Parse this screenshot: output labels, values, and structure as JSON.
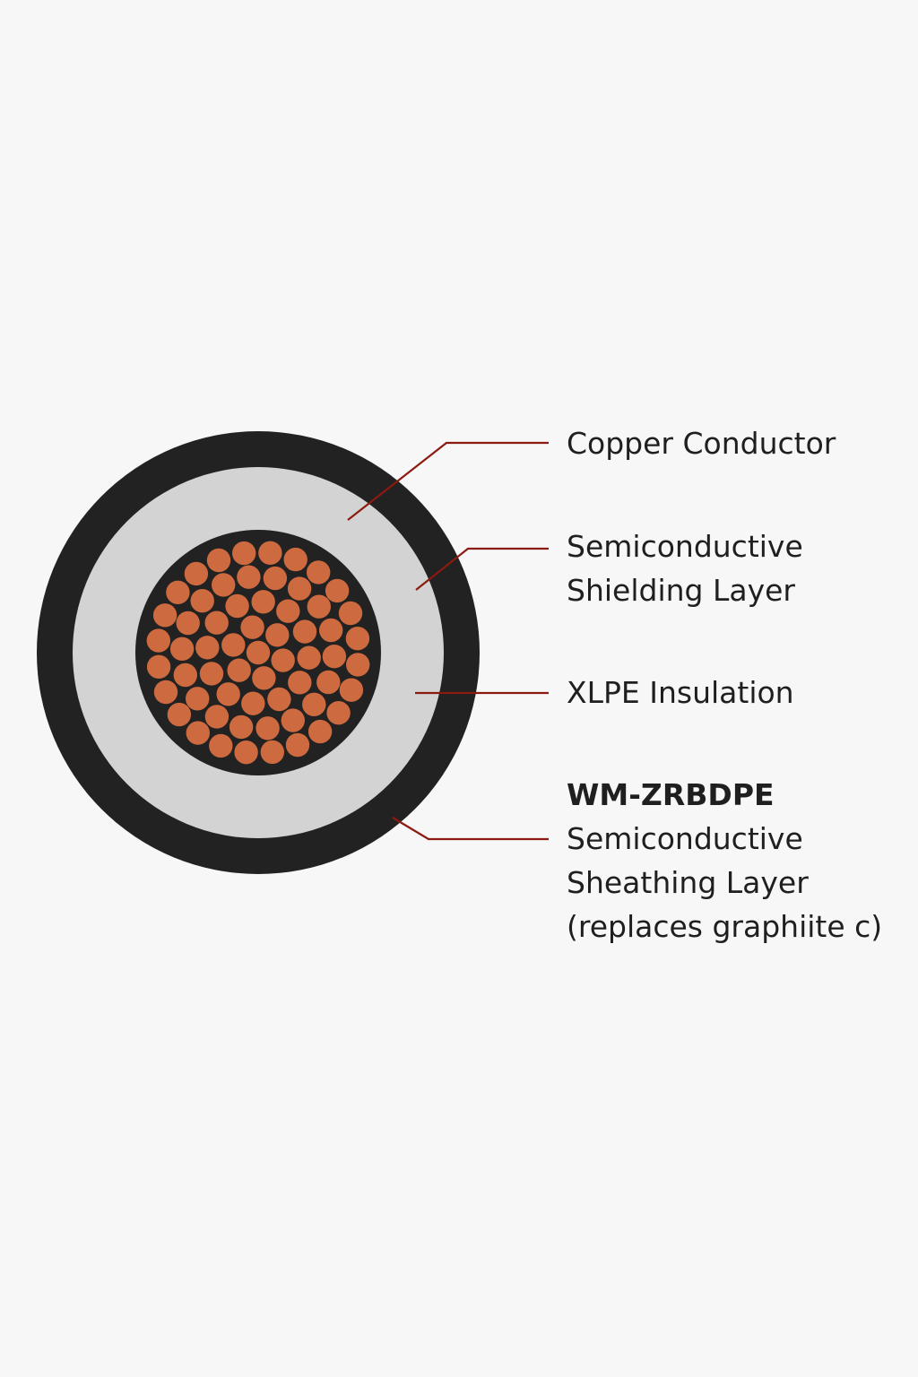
{
  "labels": {
    "copper_conductor": "Copper Conductor",
    "shielding": [
      "Semiconductive",
      "Shielding Layer"
    ],
    "xlpe": "XLPE Insulation",
    "sheath": {
      "model": "WM-ZRBDPE",
      "lines": [
        "Semiconductive",
        "Sheathing Layer",
        "(replaces graphiite c)"
      ]
    }
  },
  "colors": {
    "background": "#f7f7f7",
    "outer_sheath": "#222222",
    "insulation": "#d3d3d3",
    "inner_shield": "#222222",
    "copper": "#cd6a3f",
    "leader_line": "#8b1a12",
    "text": "#1f1f1f"
  }
}
